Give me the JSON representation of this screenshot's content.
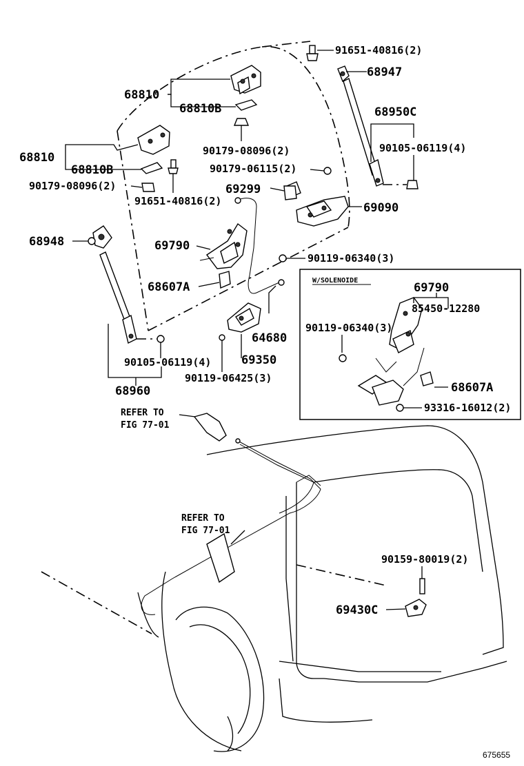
{
  "labels": {
    "p91651_top": "91651-40816(2)",
    "p68947": "68947",
    "p68810_top": "68810",
    "p68810B_top": "68810B",
    "p68950C": "68950C",
    "p90179_08096_top": "90179-08096(2)",
    "p90105_06119_top": "90105-06119(4)",
    "p68810_left": "68810",
    "p68810B_left": "68810B",
    "p90179_06115": "90179-06115(2)",
    "p90179_08096_left": "90179-08096(2)",
    "p69299": "69299",
    "p91651_left": "91651-40816(2)",
    "p69090": "69090",
    "p68948": "68948",
    "p69790": "69790",
    "p90119_06340": "90119-06340(3)",
    "p68607A": "68607A",
    "p64680": "64680",
    "p90105_06119_bottom": "90105-06119(4)",
    "p69350": "69350",
    "p90119_06425": "90119-06425(3)",
    "p68960": "68960",
    "inset_title": "W/SOLENOIDE",
    "inset_69790": "69790",
    "inset_85450": "85450-12280",
    "inset_90119": "90119-06340(3)",
    "inset_68607A": "68607A",
    "inset_93316": "93316-16012(2)",
    "refer1_a": "REFER TO",
    "refer1_b": "FIG 77-01",
    "refer2_a": "REFER TO",
    "refer2_b": "FIG 77-01",
    "p90159": "90159-80019(2)",
    "p69430C": "69430C",
    "diagram_id": "675655"
  }
}
